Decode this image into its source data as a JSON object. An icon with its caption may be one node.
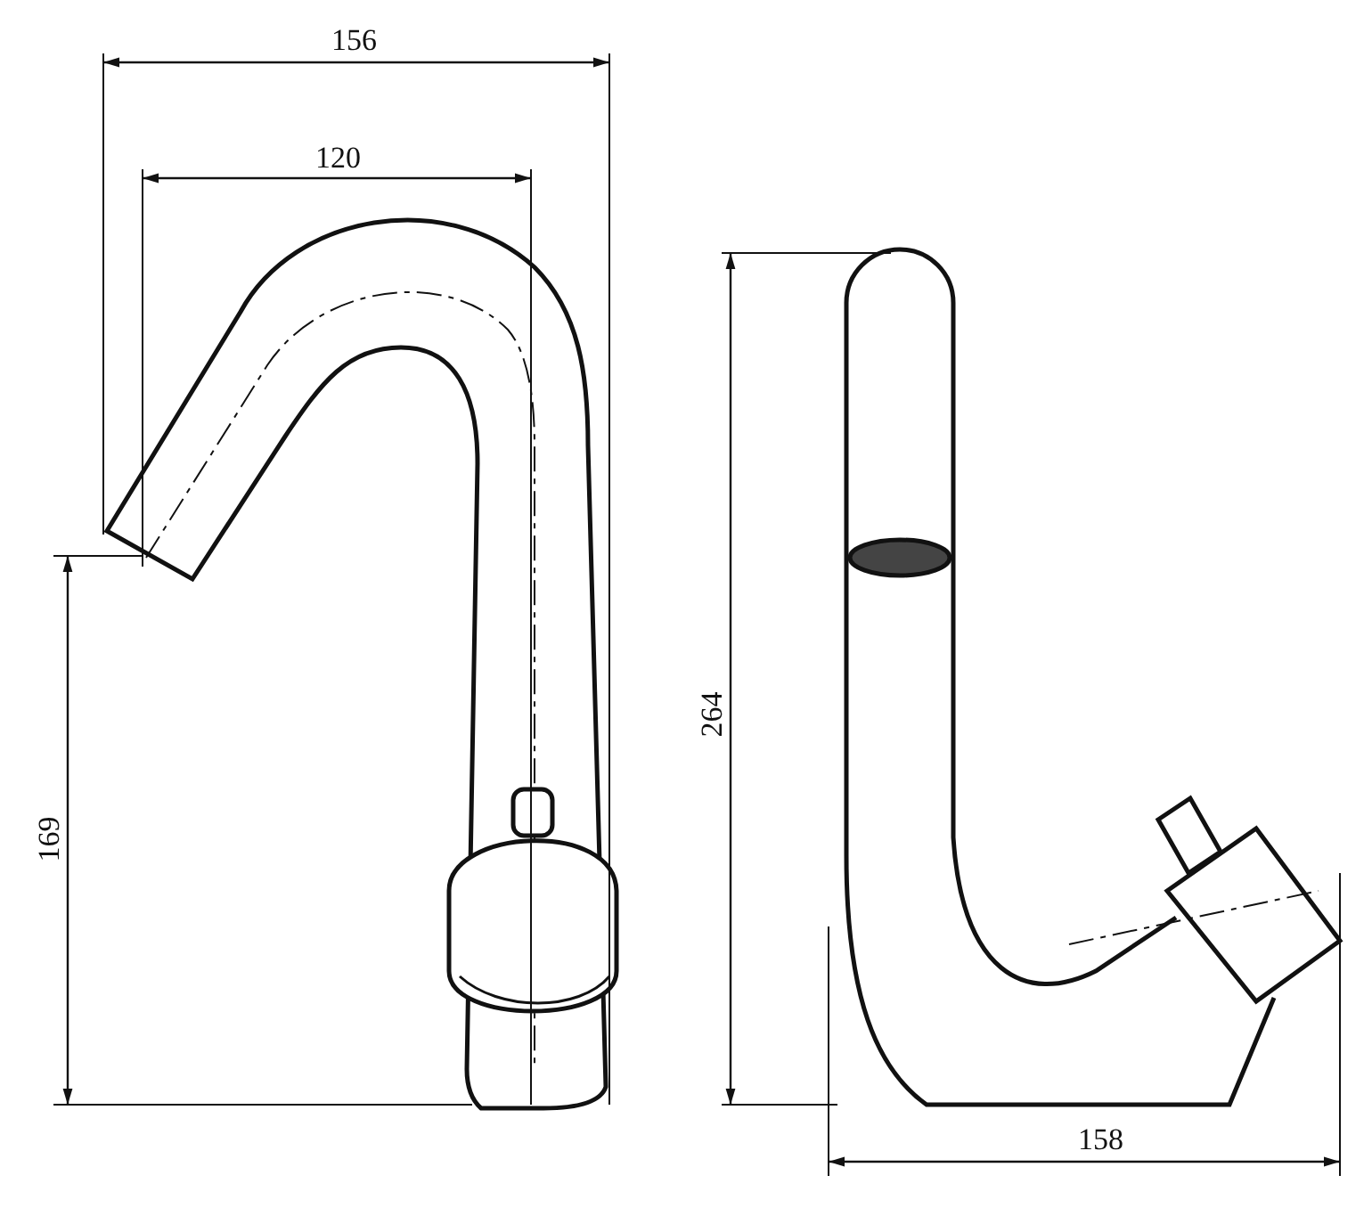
{
  "diagram": {
    "labels": [
      "156",
      "120",
      "264",
      "169",
      "158"
    ]
  }
}
